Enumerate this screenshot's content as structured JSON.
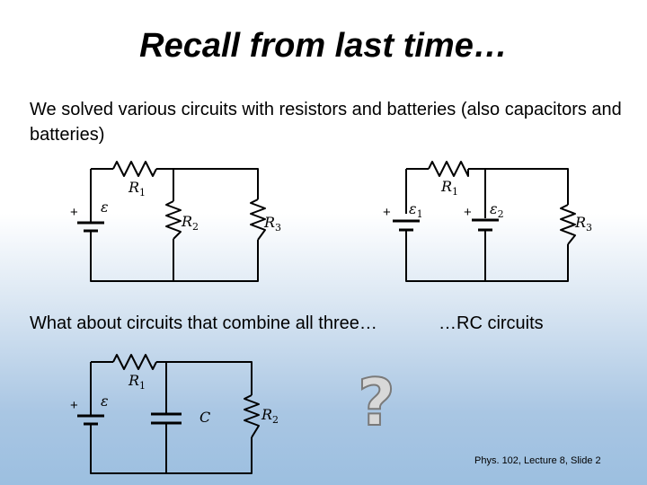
{
  "slide": {
    "title": "Recall from last time…",
    "intro": "We solved various circuits with resistors and batteries (also capacitors and batteries)",
    "question": "What about circuits that combine all three…",
    "rc_text": "…RC circuits",
    "question_mark": "?",
    "footer": "Phys. 102, Lecture 8, Slide 2"
  },
  "circuit1": {
    "plus": "+",
    "emf": "ε",
    "r1": "R",
    "r1_sub": "1",
    "r2": "R",
    "r2_sub": "2",
    "r3": "R",
    "r3_sub": "3"
  },
  "circuit2": {
    "plus1": "+",
    "emf1": "ε",
    "emf1_sub": "1",
    "plus2": "+",
    "emf2": "ε",
    "emf2_sub": "2",
    "r1": "R",
    "r1_sub": "1",
    "r3": "R",
    "r3_sub": "3"
  },
  "circuit3": {
    "plus": "+",
    "emf": "ε",
    "r1": "R",
    "r1_sub": "1",
    "c": "C",
    "r2": "R",
    "r2_sub": "2"
  }
}
